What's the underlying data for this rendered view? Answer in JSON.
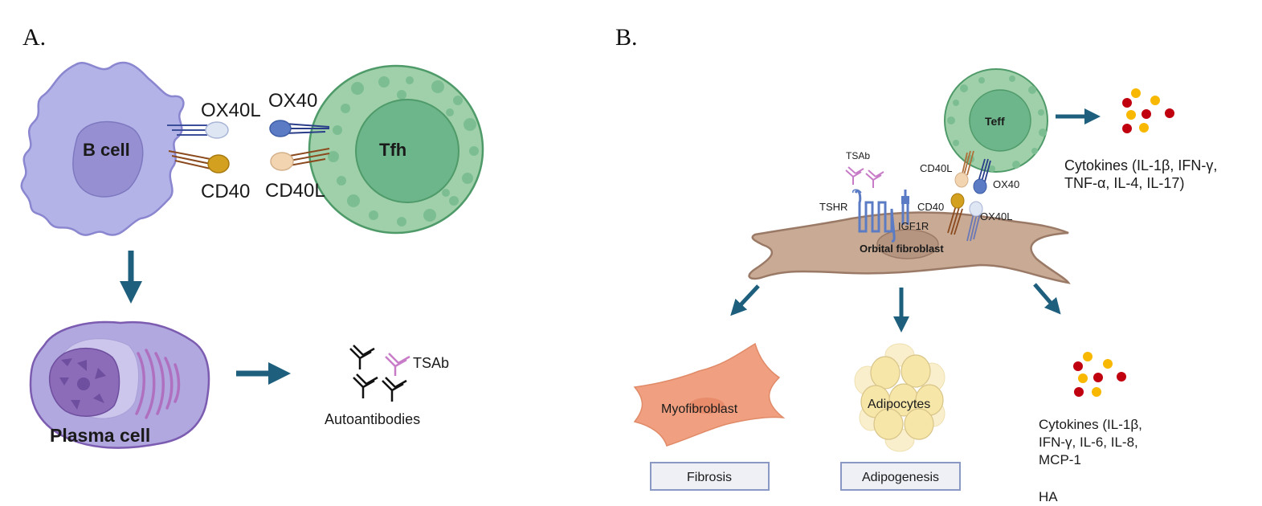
{
  "colors": {
    "arrow": "#1d5f7d",
    "bcell_fill": "#b3b3e8",
    "bcell_stroke": "#8a86cf",
    "bcell_nucleus": "#9690d2",
    "t_outer": "#9fd0a9",
    "t_inner": "#6db58a",
    "t_stroke": "#4f9a69",
    "plasma_fill": "#b0a8df",
    "plasma_nucleus": "#8c6cb8",
    "plasma_er": "#b070c0",
    "fibroblast": "#c9ab95",
    "fibroblast_stroke": "#9a7a66",
    "myofibroblast": "#f0a080",
    "adipocyte": "#f6e6a8",
    "cytokine_red": "#c0000f",
    "cytokine_yellow": "#f8b800",
    "tsab_pink": "#c87cc8",
    "ox40_blue": "#5b7cc4",
    "ox40l_light": "#dfe6f3",
    "cd40_gold": "#d4a020",
    "cd40l_tan": "#f2d4b0",
    "box_fill": "#eef0f6",
    "box_stroke": "#8a98c4"
  },
  "panel_a": {
    "label": "A.",
    "b_cell": "B cell",
    "tfh": "Tfh",
    "ox40l": "OX40L",
    "ox40": "OX40",
    "cd40": "CD40",
    "cd40l": "CD40L",
    "plasma_cell": "Plasma cell",
    "tsab": "TSAb",
    "autoantibodies": "Autoantibodies"
  },
  "panel_b": {
    "label": "B.",
    "teff": "Teff",
    "tsab": "TSAb",
    "tshr": "TSHR",
    "igf1r": "IGF1R",
    "cd40l": "CD40L",
    "ox40": "OX40",
    "cd40": "CD40",
    "ox40l": "OX40L",
    "orbital_fibroblast": "Orbital fibroblast",
    "cytokines_top": [
      "Cytokines (IL-1β, IFN-γ,",
      "TNF-α, IL-4, IL-17)"
    ],
    "myofibroblast": "Myofibroblast",
    "adipocytes": "Adipocytes",
    "fibrosis": "Fibrosis",
    "adipogenesis": "Adipogenesis",
    "cytokines_bottom": [
      "Cytokines (IL-1β,",
      "IFN-γ, IL-6, IL-8,",
      "MCP-1"
    ],
    "ha": "HA"
  }
}
